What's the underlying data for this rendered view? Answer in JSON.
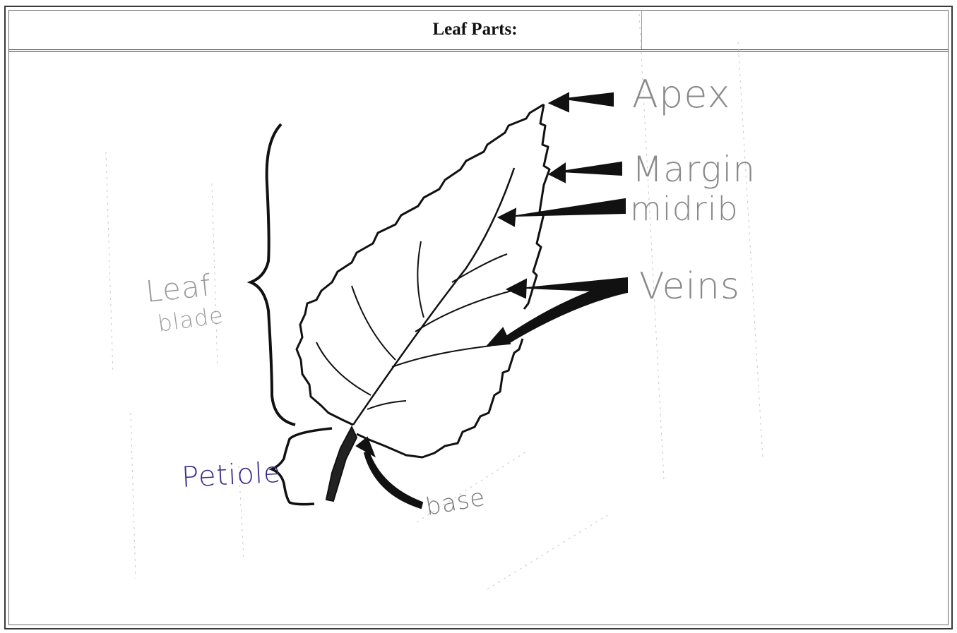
{
  "header": {
    "title": "Leaf Parts:"
  },
  "labels": {
    "apex": "Apex",
    "margin": "Margin",
    "midrib": "midrib",
    "veins": "Veins",
    "leaf_blade_line1": "Leaf",
    "leaf_blade_line2": "blade",
    "petiole": "Petiole",
    "base": "base"
  },
  "colors": {
    "ink": "#111111",
    "pencil": "#8a8a8a",
    "purple_ink": "#3b2a8a",
    "border": "#3a3a3a"
  }
}
